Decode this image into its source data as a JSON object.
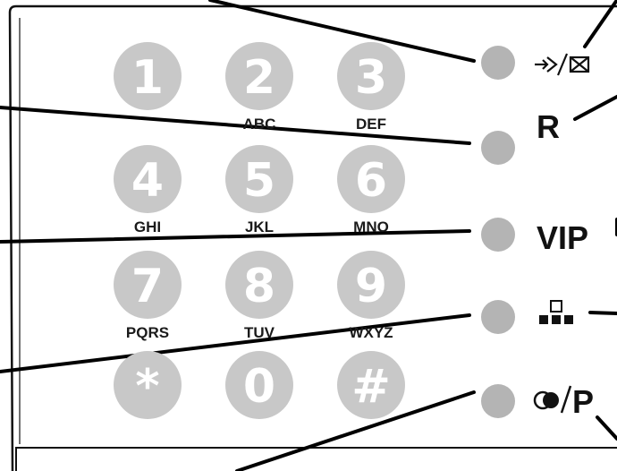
{
  "keypad": {
    "keys": [
      {
        "digit": "1",
        "letters": ""
      },
      {
        "digit": "2",
        "letters": "ABC"
      },
      {
        "digit": "3",
        "letters": "DEF"
      },
      {
        "digit": "4",
        "letters": "GHI"
      },
      {
        "digit": "5",
        "letters": "JKL"
      },
      {
        "digit": "6",
        "letters": "MNO"
      },
      {
        "digit": "7",
        "letters": "PQRS"
      },
      {
        "digit": "8",
        "letters": "TUV"
      },
      {
        "digit": "9",
        "letters": "WXYZ"
      },
      {
        "digit": "*",
        "letters": ""
      },
      {
        "digit": "0",
        "letters": ""
      },
      {
        "digit": "#",
        "letters": ""
      }
    ],
    "key_color": "#c8c8c8"
  },
  "function_buttons": [
    {
      "name": "transfer-mute",
      "label": "",
      "icon": "transfer-mute-icon"
    },
    {
      "name": "recall",
      "label": "R",
      "icon": ""
    },
    {
      "name": "vip",
      "label": "VIP",
      "icon": ""
    },
    {
      "name": "conference",
      "label": "",
      "icon": "conference-icon"
    },
    {
      "name": "hold-pause",
      "label": "P",
      "icon": "hold-icon"
    }
  ],
  "colors": {
    "button": "#b4b4b4",
    "outline": "#111111",
    "panel": "#ffffff"
  }
}
